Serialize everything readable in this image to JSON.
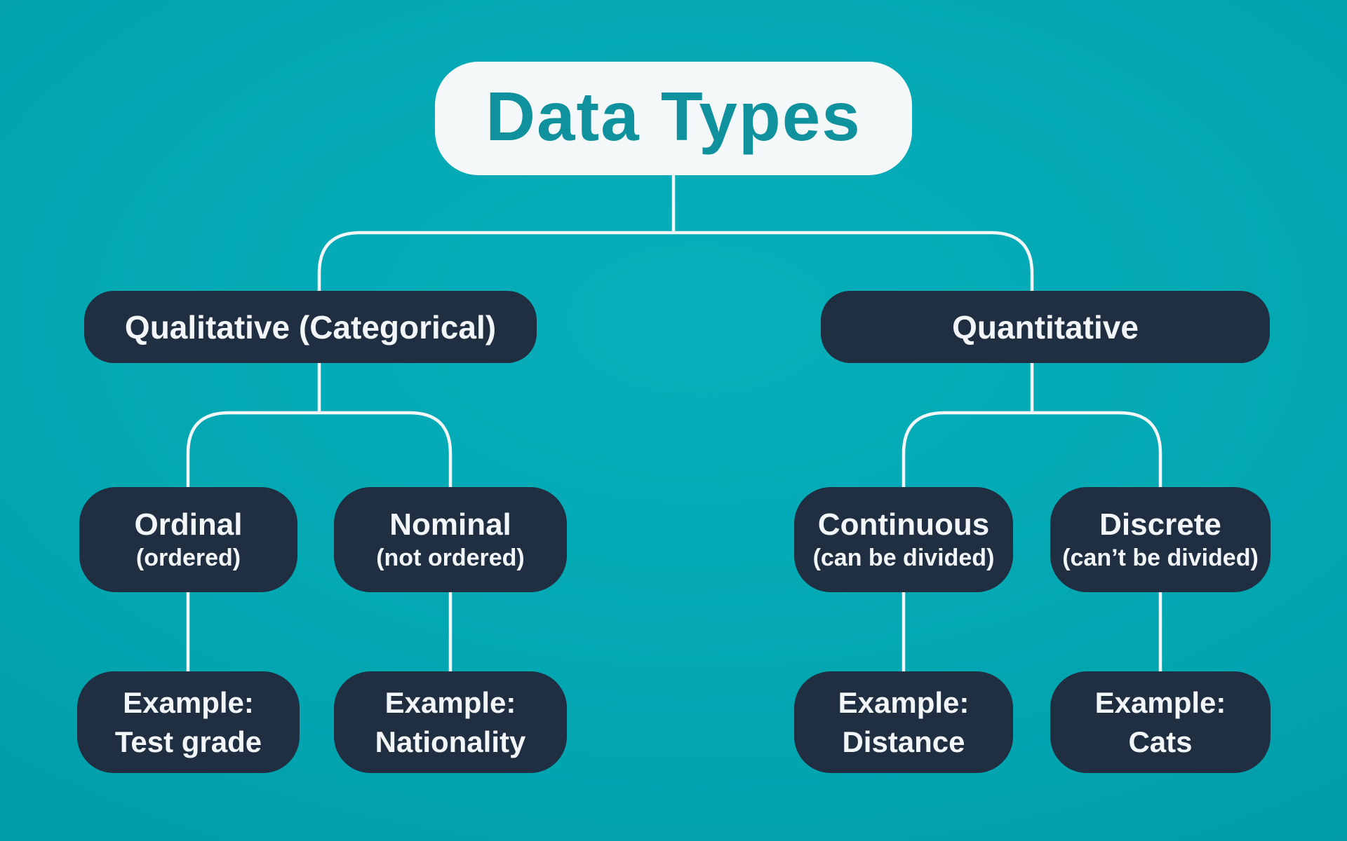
{
  "diagram": {
    "title": "Data Types",
    "branches": [
      {
        "label": "Qualitative (Categorical)",
        "children": [
          {
            "name": "Ordinal",
            "note": "(ordered)",
            "example_label": "Example:",
            "example_value": "Test grade"
          },
          {
            "name": "Nominal",
            "note": "(not ordered)",
            "example_label": "Example:",
            "example_value": "Nationality"
          }
        ]
      },
      {
        "label": "Quantitative",
        "children": [
          {
            "name": "Continuous",
            "note": "(can be divided)",
            "example_label": "Example:",
            "example_value": "Distance"
          },
          {
            "name": "Discrete",
            "note": "(can’t be divided)",
            "example_label": "Example:",
            "example_value": "Cats"
          }
        ]
      }
    ],
    "colors": {
      "background_teal": "#01a5b0",
      "background_teal_dark": "#008b98",
      "node_navy": "#1f2e40",
      "root_box_white": "#f5f8f9",
      "root_text_teal": "#0f929d",
      "node_text_white": "#f3f6f8",
      "connector_white": "#f3f7f9"
    }
  }
}
